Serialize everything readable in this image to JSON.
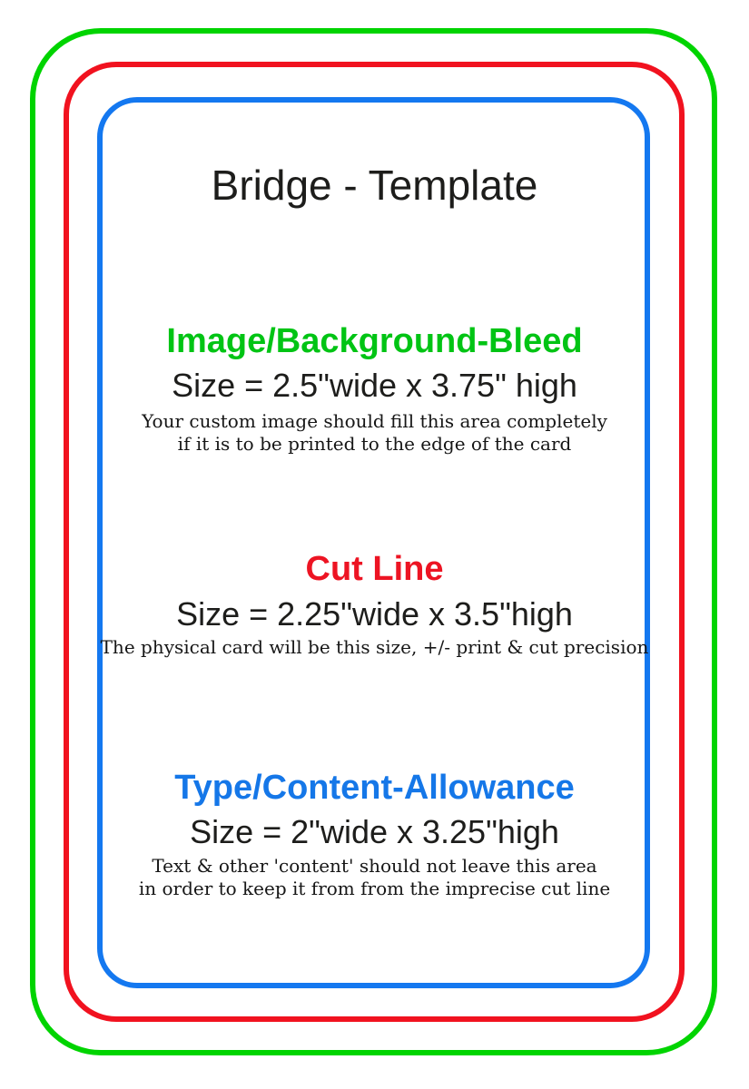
{
  "page": {
    "background_color": "#ffffff",
    "title": "Bridge - Template",
    "title_color": "#1d1d1b"
  },
  "frames": {
    "bleed": {
      "name": "image-background-bleed-outline",
      "color": "#00d400"
    },
    "cut": {
      "name": "cut-line-outline",
      "color": "#f1121f"
    },
    "content": {
      "name": "type-content-allowance-outline",
      "color": "#1478f0"
    }
  },
  "sections": [
    {
      "id": "bleed",
      "heading": "Image/Background-Bleed",
      "heading_color": "#00c414",
      "size_line": "Size = 2.5\"wide x 3.75\" high",
      "note_lines": [
        "Your custom image should fill this area completely",
        "if it is to be printed to the edge of the card"
      ]
    },
    {
      "id": "cut",
      "heading": "Cut Line",
      "heading_color": "#ed1423",
      "size_line": "Size = 2.25\"wide x 3.5\"high",
      "note_lines": [
        "The physical card will be this size, +/- print & cut precision"
      ]
    },
    {
      "id": "content",
      "heading": "Type/Content-Allowance",
      "heading_color": "#1577e8",
      "size_line": "Size = 2\"wide x 3.25\"high",
      "note_lines": [
        "Text & other 'content' should not leave this area",
        "in order to keep it from from the imprecise cut line"
      ]
    }
  ]
}
